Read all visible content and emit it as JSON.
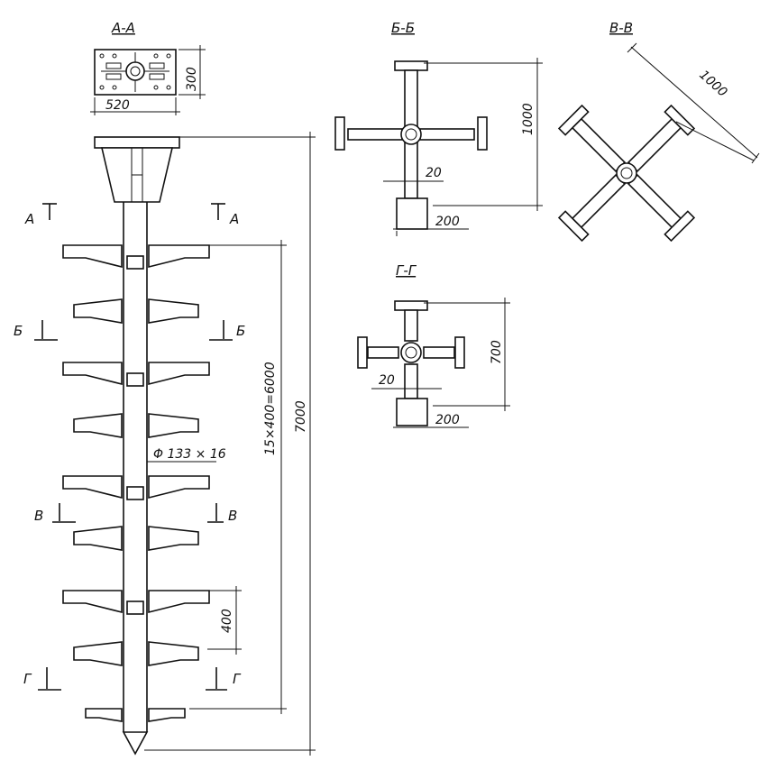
{
  "sections": {
    "aa": {
      "title": "А-А",
      "width": "520",
      "height": "300"
    },
    "bb": {
      "title": "Б-Б",
      "span": "1000",
      "gap": "20",
      "base": "200"
    },
    "vv": {
      "title": "В-В",
      "span": "1000"
    },
    "gg": {
      "title": "Г-Г",
      "span": "700",
      "gap": "20",
      "base": "200"
    }
  },
  "pile": {
    "pipe_label": "Φ 133 × 16",
    "pitch_dim": "15×400=6000",
    "total_dim": "7000",
    "step_dim": "400"
  },
  "cut_marks": {
    "a_left": "А",
    "a_right": "А",
    "b_left": "Б",
    "b_right": "Б",
    "v_left": "В",
    "v_right": "В",
    "g_left": "Г",
    "g_right": "Г"
  }
}
